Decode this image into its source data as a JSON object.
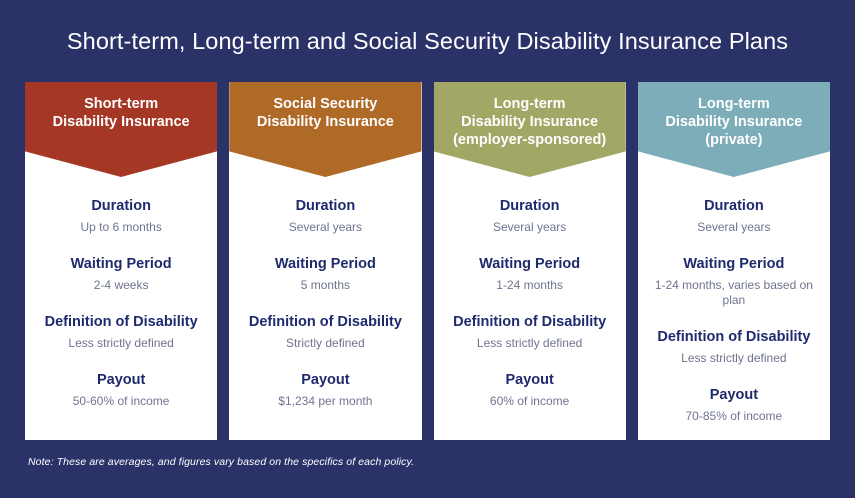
{
  "header": {
    "title": "Short-term, Long-term and Social Security Disability Insurance Plans"
  },
  "colors": {
    "background": "#2b3268",
    "card_background": "#ffffff",
    "label_text": "#1f2a6e",
    "value_text": "#6f7490",
    "title_text": "#ffffff",
    "column_1_header": "#a43824",
    "column_2_header": "#b06a28",
    "column_3_header": "#a2a766",
    "column_4_header": "#7dadb8"
  },
  "row_labels": {
    "duration": "Duration",
    "waiting_period": "Waiting Period",
    "definition": "Definition of Disability",
    "payout": "Payout"
  },
  "columns": [
    {
      "header_lines": [
        "Short-term",
        "Disability Insurance"
      ],
      "header_color": "#a43824",
      "duration": "Up to 6 months",
      "waiting_period": "2-4 weeks",
      "definition": "Less strictly defined",
      "payout": "50-60% of income"
    },
    {
      "header_lines": [
        "Social Security",
        "Disability Insurance"
      ],
      "header_color": "#b06a28",
      "duration": "Several years",
      "waiting_period": "5 months",
      "definition": "Strictly defined",
      "payout": "$1,234 per month"
    },
    {
      "header_lines": [
        "Long-term",
        "Disability Insurance",
        "(employer-sponsored)"
      ],
      "header_color": "#a2a766",
      "duration": "Several years",
      "waiting_period": "1-24 months",
      "definition": "Less strictly defined",
      "payout": "60% of income"
    },
    {
      "header_lines": [
        "Long-term",
        "Disability Insurance",
        "(private)"
      ],
      "header_color": "#7dadb8",
      "duration": "Several years",
      "waiting_period": "1-24 months, varies based on plan",
      "definition": "Less strictly defined",
      "payout": "70-85% of income"
    }
  ],
  "footer": {
    "note": "Note: These are averages, and figures vary based on the specifics of each policy."
  }
}
